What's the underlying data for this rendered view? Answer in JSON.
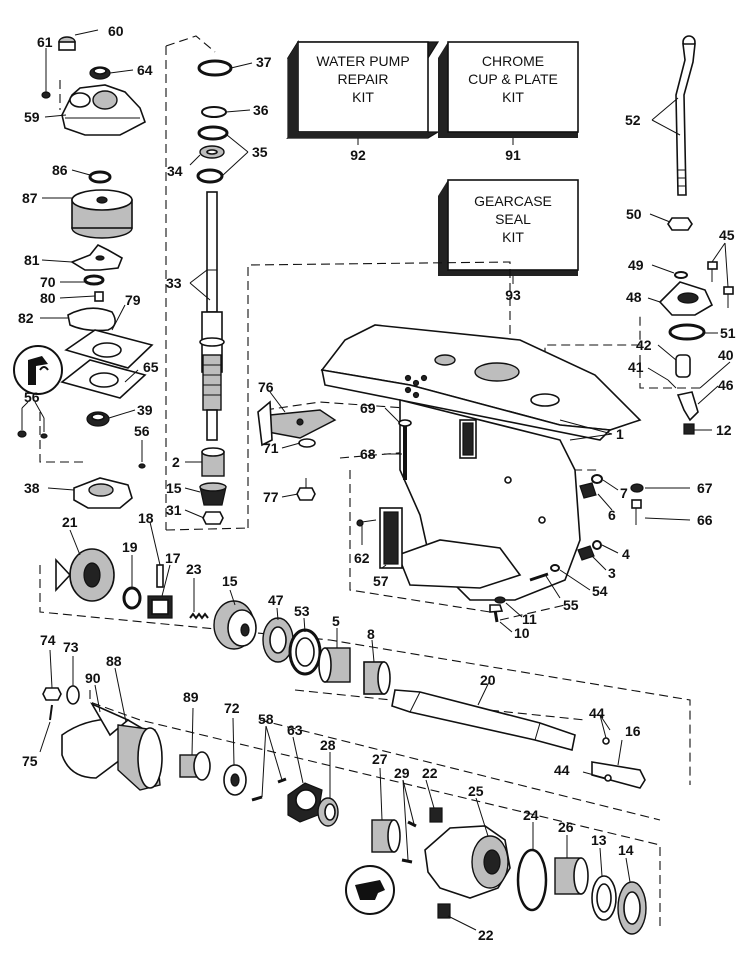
{
  "kits": [
    {
      "id": "92",
      "lines": [
        "WATER PUMP",
        "REPAIR",
        "KIT"
      ]
    },
    {
      "id": "91",
      "lines": [
        "CHROME",
        "CUP & PLATE",
        "KIT"
      ]
    },
    {
      "id": "93",
      "lines": [
        "GEARCASE",
        "SEAL",
        "KIT"
      ]
    }
  ],
  "callouts": {
    "c60": "60",
    "c61": "61",
    "c64": "64",
    "c59": "59",
    "c86": "86",
    "c87": "87",
    "c81": "81",
    "c70": "70",
    "c80": "80",
    "c79": "79",
    "c82": "82",
    "c65": "65",
    "c39": "39",
    "c56a": "56",
    "c56b": "56",
    "c38": "38",
    "c21": "21",
    "c18": "18",
    "c19": "19",
    "c17": "17",
    "c23": "23",
    "c15a": "15",
    "c15b": "15",
    "c47": "47",
    "c53": "53",
    "c5": "5",
    "c8": "8",
    "c37": "37",
    "c36": "36",
    "c35": "35",
    "c34": "34",
    "c33": "33",
    "c2": "2",
    "c31": "31",
    "c76": "76",
    "c69": "69",
    "c68": "68",
    "c71": "71",
    "c77": "77",
    "c62": "62",
    "c57": "57",
    "c1": "1",
    "c52": "52",
    "c50": "50",
    "c45": "45",
    "c49": "49",
    "c48": "48",
    "c51": "51",
    "c42": "42",
    "c40": "40",
    "c41": "41",
    "c46": "46",
    "c12": "12",
    "c67": "67",
    "c7": "7",
    "c6": "6",
    "c66": "66",
    "c4": "4",
    "c3": "3",
    "c54": "54",
    "c55": "55",
    "c11": "11",
    "c10": "10",
    "c20": "20",
    "c44a": "44",
    "c44b": "44",
    "c16": "16",
    "c74": "74",
    "c73": "73",
    "c90": "90",
    "c88": "88",
    "c75": "75",
    "c89": "89",
    "c72": "72",
    "c58": "58",
    "c63": "63",
    "c28": "28",
    "c27": "27",
    "c29": "29",
    "c22a": "22",
    "c22b": "22",
    "c25": "25",
    "c24": "24",
    "c26": "26",
    "c13": "13",
    "c14": "14"
  },
  "icons": [
    "sealant-apply-icon",
    "sealant-apply-icon"
  ]
}
